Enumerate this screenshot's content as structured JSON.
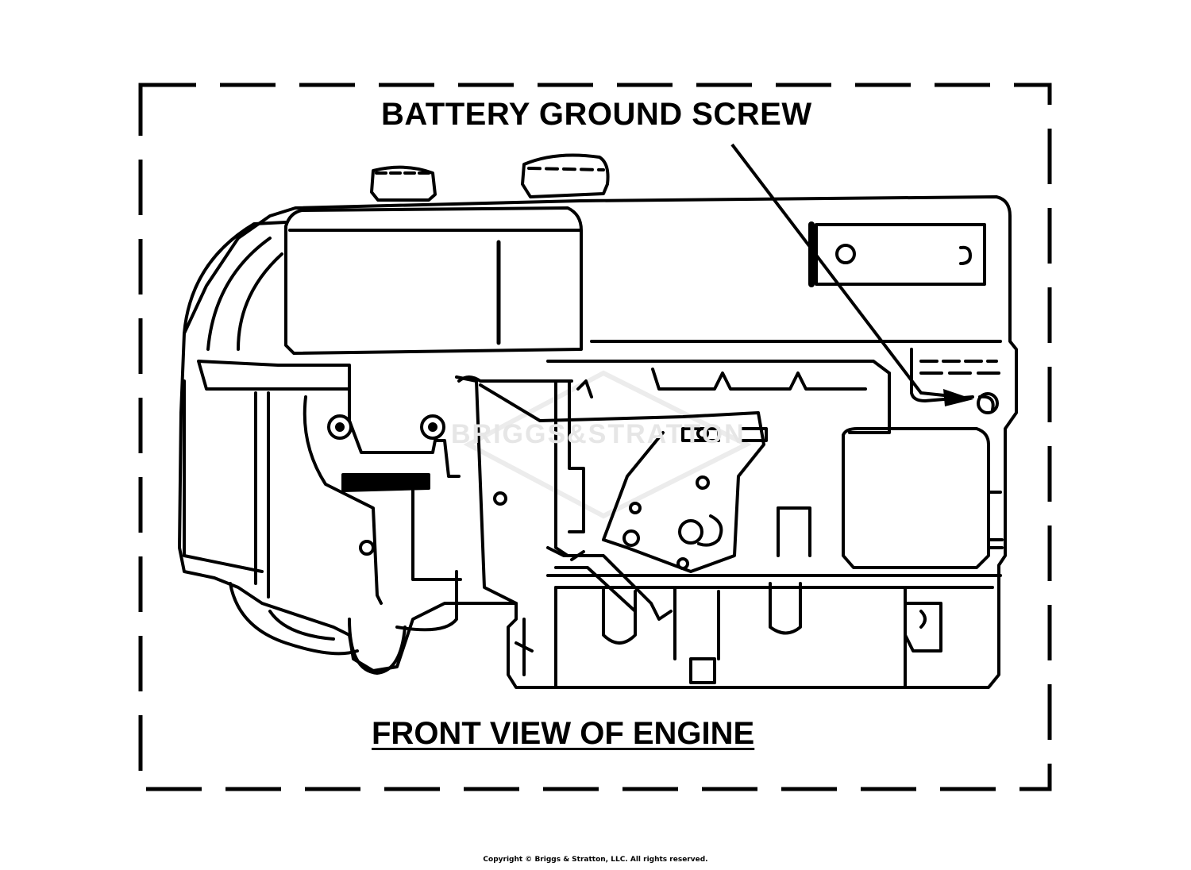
{
  "labels": {
    "callout": "BATTERY GROUND SCREW",
    "view_title": "FRONT VIEW OF ENGINE",
    "copyright": "Copyright © Briggs & Stratton, LLC. All rights reserved.",
    "watermark": "BRIGGS&STRATTON"
  },
  "colors": {
    "ink": "#000000",
    "background": "#ffffff",
    "watermark": "#e6e6e6"
  }
}
